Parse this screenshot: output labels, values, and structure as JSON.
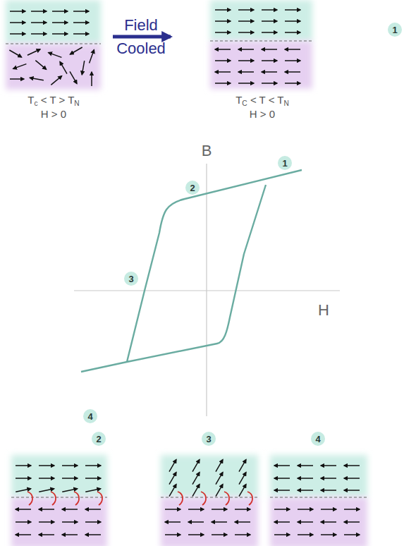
{
  "diagram": {
    "nodes": [
      {
        "text": [
          "1"
        ]
      },
      {
        "text": [
          "1"
        ]
      },
      {
        "text": [
          "2"
        ]
      },
      {
        "text": [
          "3"
        ]
      },
      {
        "text": [
          "4"
        ]
      },
      {
        "text": [
          "2"
        ]
      },
      {
        "text": [
          "3"
        ]
      },
      {
        "text": [
          "4"
        ]
      }
    ],
    "labels": [
      "Field Cooled",
      "Tc < T > TN",
      "H > 0",
      "TC < T < TN",
      "H > 0",
      "B",
      "H"
    ]
  }
}
